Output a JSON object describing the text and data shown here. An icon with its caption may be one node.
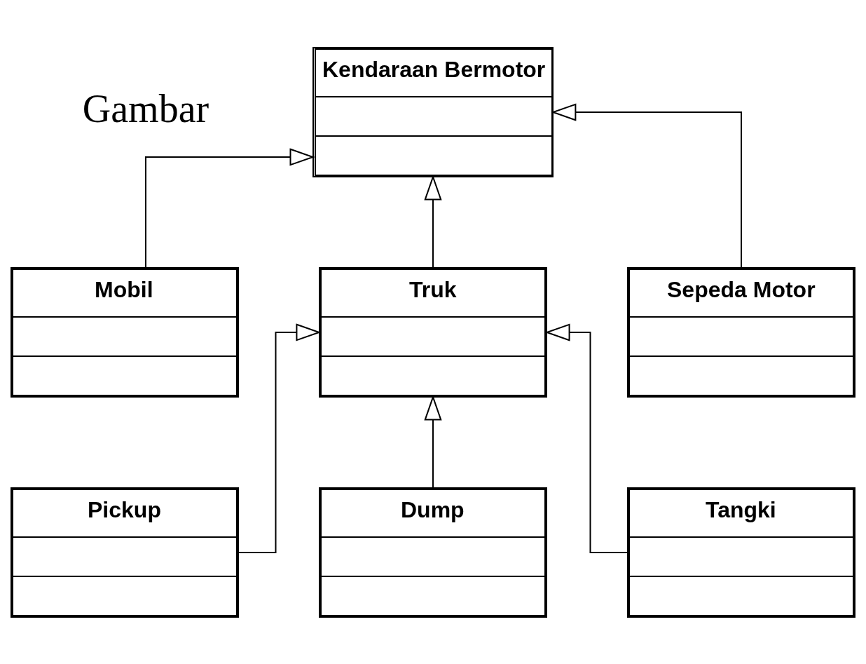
{
  "diagram": {
    "nodes": [
      {
        "text": [
          "Kendaraan Bermotor"
        ]
      },
      {
        "text": [
          "Mobil"
        ]
      },
      {
        "text": [
          "Truk"
        ]
      },
      {
        "text": [
          "Sepeda Motor"
        ]
      },
      {
        "text": [
          "Pickup"
        ]
      },
      {
        "text": [
          "Dump"
        ]
      },
      {
        "text": [
          "Tangki"
        ]
      }
    ],
    "edges": [
      {
        "from": 1,
        "to": 0,
        "arrow": "to"
      },
      {
        "from": 2,
        "to": 0,
        "arrow": "to"
      },
      {
        "from": 3,
        "to": 0,
        "arrow": "to"
      },
      {
        "from": 4,
        "to": 2,
        "arrow": "to"
      },
      {
        "from": 5,
        "to": 2,
        "arrow": "to"
      },
      {
        "from": 6,
        "to": 2,
        "arrow": "to"
      }
    ],
    "labels": [
      "Gambar"
    ]
  }
}
